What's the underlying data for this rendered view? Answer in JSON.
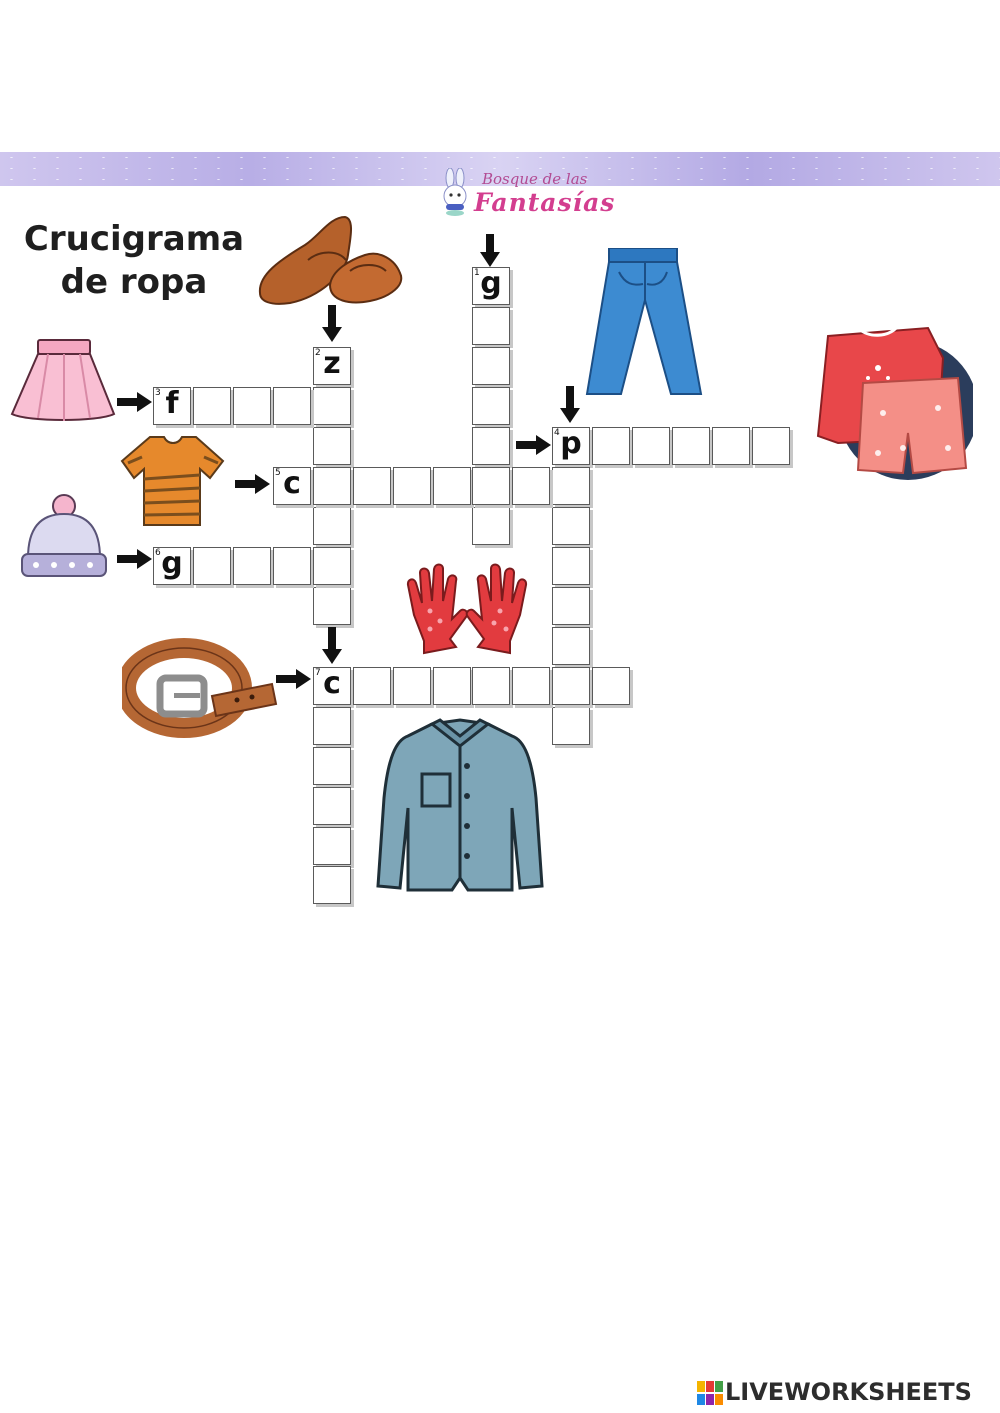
{
  "header": {
    "logo_top": "Bosque de las",
    "logo_main": "Fantasías"
  },
  "title": {
    "line1": "Crucigrama",
    "line2": "de ropa"
  },
  "clues": [
    {
      "number": "1",
      "start": "g",
      "picture": "jeans"
    },
    {
      "number": "2",
      "start": "z",
      "picture": "shoes"
    },
    {
      "number": "3",
      "start": "f",
      "picture": "skirt"
    },
    {
      "number": "4",
      "start": "p",
      "picture": "pajamas"
    },
    {
      "number": "5",
      "start": "c",
      "picture": "t-shirt"
    },
    {
      "number": "6",
      "start": "g",
      "picture": "beanie"
    },
    {
      "number": "7",
      "start": "c",
      "picture": "belt / shirt"
    }
  ],
  "footer": {
    "brand": "LIVEWORKSHEETS"
  }
}
